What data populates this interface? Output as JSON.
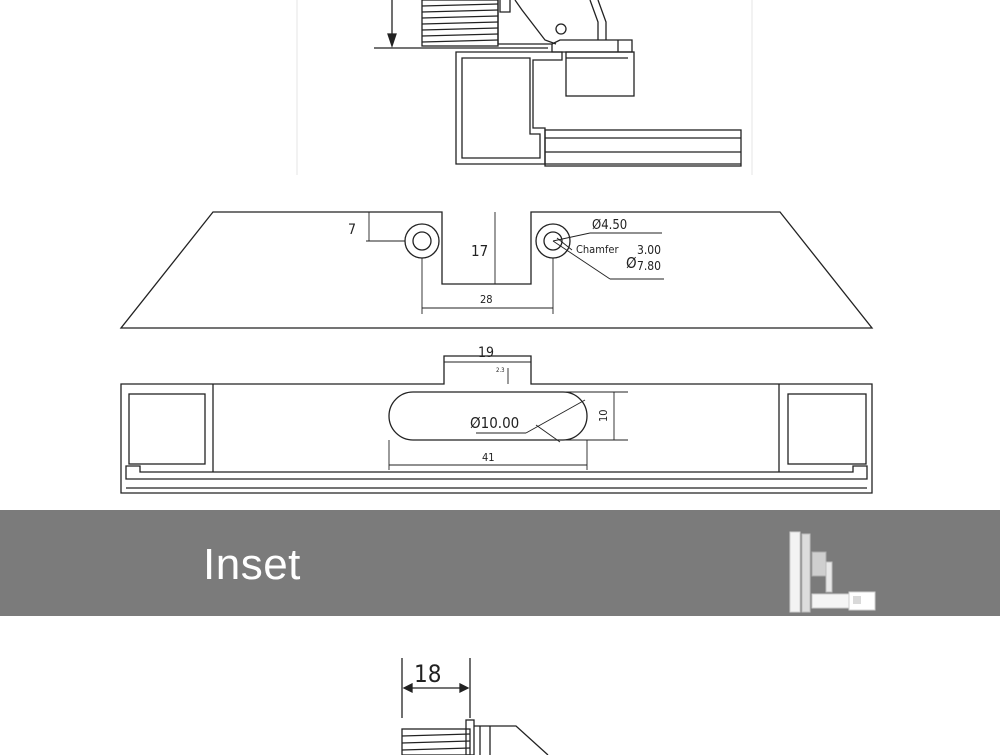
{
  "drawing_top": {
    "labels": {}
  },
  "plate": {
    "dim_height": "7",
    "dim_slot_depth": "17",
    "dim_slot_width": "28",
    "dim_hole": "Ø4.50",
    "chamfer_label": "Chamfer",
    "chamfer_symbol": "Ø",
    "chamfer_outer": "3.00",
    "chamfer_inner": "7.80"
  },
  "bar": {
    "dim_tab_width": "19",
    "dim_tab_small": "2.3",
    "dim_slot_dia": "Ø10.00",
    "dim_slot_height": "10",
    "dim_slot_length": "41"
  },
  "banner": {
    "title": "Inset",
    "background": "#7b7b7b"
  },
  "drawing_bottom": {
    "dim_width": "18"
  }
}
